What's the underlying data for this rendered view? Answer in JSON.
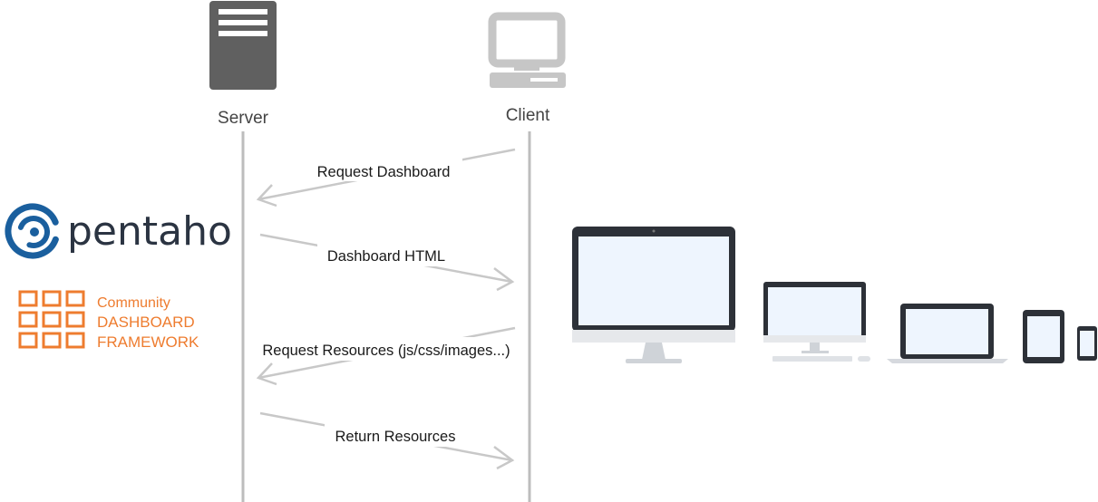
{
  "lanes": {
    "server": {
      "label": "Server",
      "icon": "server-icon"
    },
    "client": {
      "label": "Client",
      "icon": "client-computer-icon"
    }
  },
  "messages": [
    {
      "label": "Request Dashboard",
      "direction": "client-to-server"
    },
    {
      "label": "Dashboard HTML",
      "direction": "server-to-client"
    },
    {
      "label": "Request Resources (js/css/images...)",
      "direction": "client-to-server"
    },
    {
      "label": "Return Resources",
      "direction": "server-to-client"
    }
  ],
  "logos": {
    "pentaho": {
      "text": "pentaho",
      "color": "#1a5f9e",
      "text_color": "#2b3442"
    },
    "cdf": {
      "line1": "Community",
      "line2": "DASHBOARD",
      "line3": "FRAMEWORK",
      "color": "#ee7c2f"
    }
  },
  "devices": [
    "imac-icon",
    "desktop-monitor-icon",
    "laptop-icon",
    "tablet-icon",
    "phone-icon"
  ],
  "colors": {
    "lifeline": "#bdbdbd",
    "arrow": "#c8c8c8",
    "device_dark": "#2d3138",
    "device_screen": "#eef5fe",
    "server": "#606060",
    "client": "#c6c6c6"
  }
}
